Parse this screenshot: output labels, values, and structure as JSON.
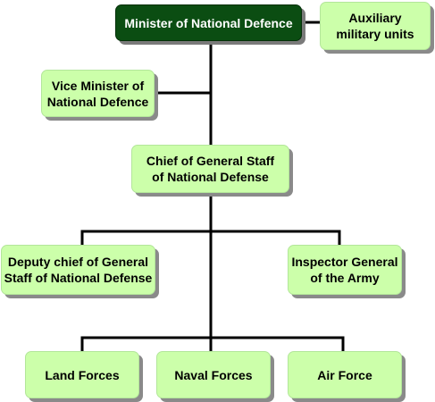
{
  "colors": {
    "node_fill": "#ccffaa",
    "top_node_fill": "#0b4d12",
    "top_node_text": "#ffffff",
    "connector": "#000000",
    "shadow": "#8a8a8a"
  },
  "nodes": {
    "minister": "Minister of National Defence",
    "auxiliary": "Auxiliary\nmilitary units",
    "vice_minister": "Vice Minister of\nNational Defence",
    "chief_of_staff": "Chief of General Staff\nof National Defense",
    "deputy_chief": "Deputy chief of General\nStaff of National Defense",
    "inspector_general": "Inspector General\nof the Army",
    "land_forces": "Land Forces",
    "naval_forces": "Naval Forces",
    "air_force": "Air Force"
  }
}
